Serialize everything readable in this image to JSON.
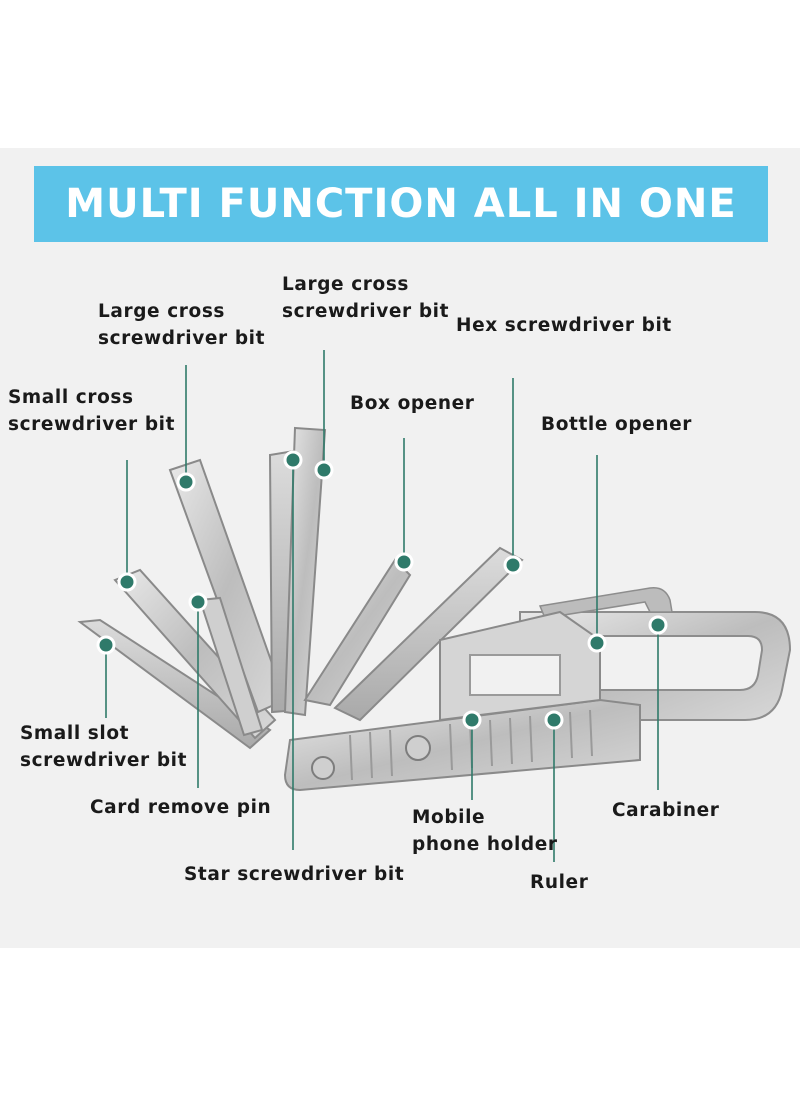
{
  "banner": {
    "title": "MULTI FUNCTION ALL IN ONE"
  },
  "labels": {
    "large_cross_left": "Large cross\nscrewdriver bit",
    "large_cross_top": "Large cross\nscrewdriver bit",
    "hex": "Hex screwdriver bit",
    "small_cross": "Small cross\nscrewdriver bit",
    "box_opener": "Box opener",
    "bottle_opener": "Bottle opener",
    "small_slot": "Small slot\nscrewdriver bit",
    "card_remove": "Card remove pin",
    "mobile_holder": "Mobile\nphone holder",
    "carabiner": "Carabiner",
    "star": "Star screwdriver bit",
    "ruler": "Ruler"
  },
  "colors": {
    "banner": "#5cc3e8",
    "callout": "#2f7a6a",
    "metal": "#c9c9c9"
  }
}
